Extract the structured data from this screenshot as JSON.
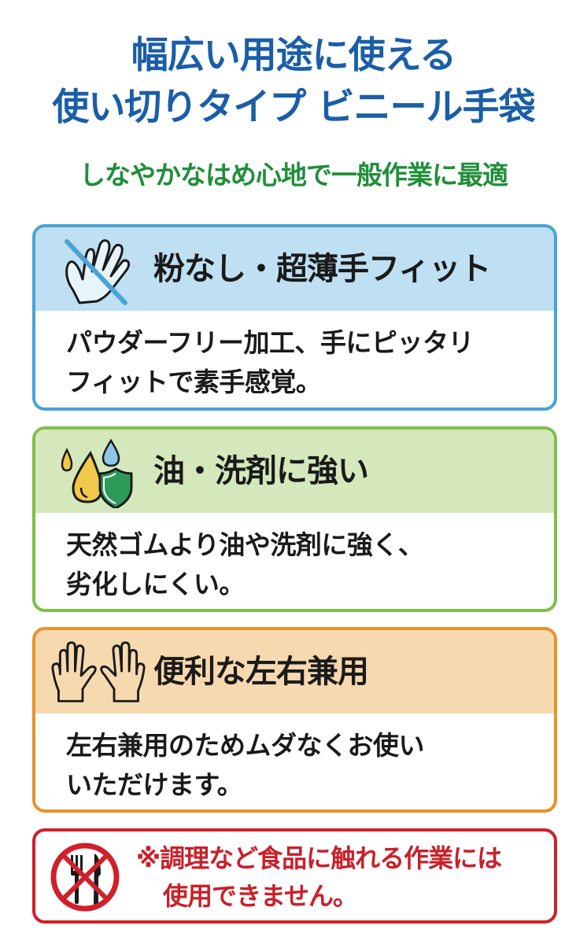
{
  "header": {
    "title_line1": "幅広い用途に使える",
    "title_line2": "使い切りタイプ ビニール手袋",
    "subtitle": "しなやかなはめ心地で一般作業に最適"
  },
  "features": [
    {
      "icon": "no-powder-hand-icon",
      "title": "粉なし・超薄手フィット",
      "body_line1": "パウダーフリー加工、手にピッタリ",
      "body_line2": "フィットで素手感覚。",
      "border_color": "#4aa3d9",
      "header_color": "#bfe0f2"
    },
    {
      "icon": "oil-drops-shield-icon",
      "title": "油・洗剤に強い",
      "body_line1": "天然ゴムより油や洗剤に強く、",
      "body_line2": "劣化しにくい。",
      "border_color": "#7fbf48",
      "header_color": "#d4e8bc"
    },
    {
      "icon": "two-hands-icon",
      "title": "便利な左右兼用",
      "body_line1": "左右兼用のためムダなくお使い",
      "body_line2": "いただけます。",
      "border_color": "#e8922a",
      "header_color": "#f7d9b0"
    }
  ],
  "warning": {
    "icon": "no-food-icon",
    "line1": "※調理など食品に触れる作業には",
    "line2": "使用できません。",
    "color": "#c8202a"
  },
  "colors": {
    "title": "#1a5ea8",
    "subtitle": "#1f8f3a"
  }
}
